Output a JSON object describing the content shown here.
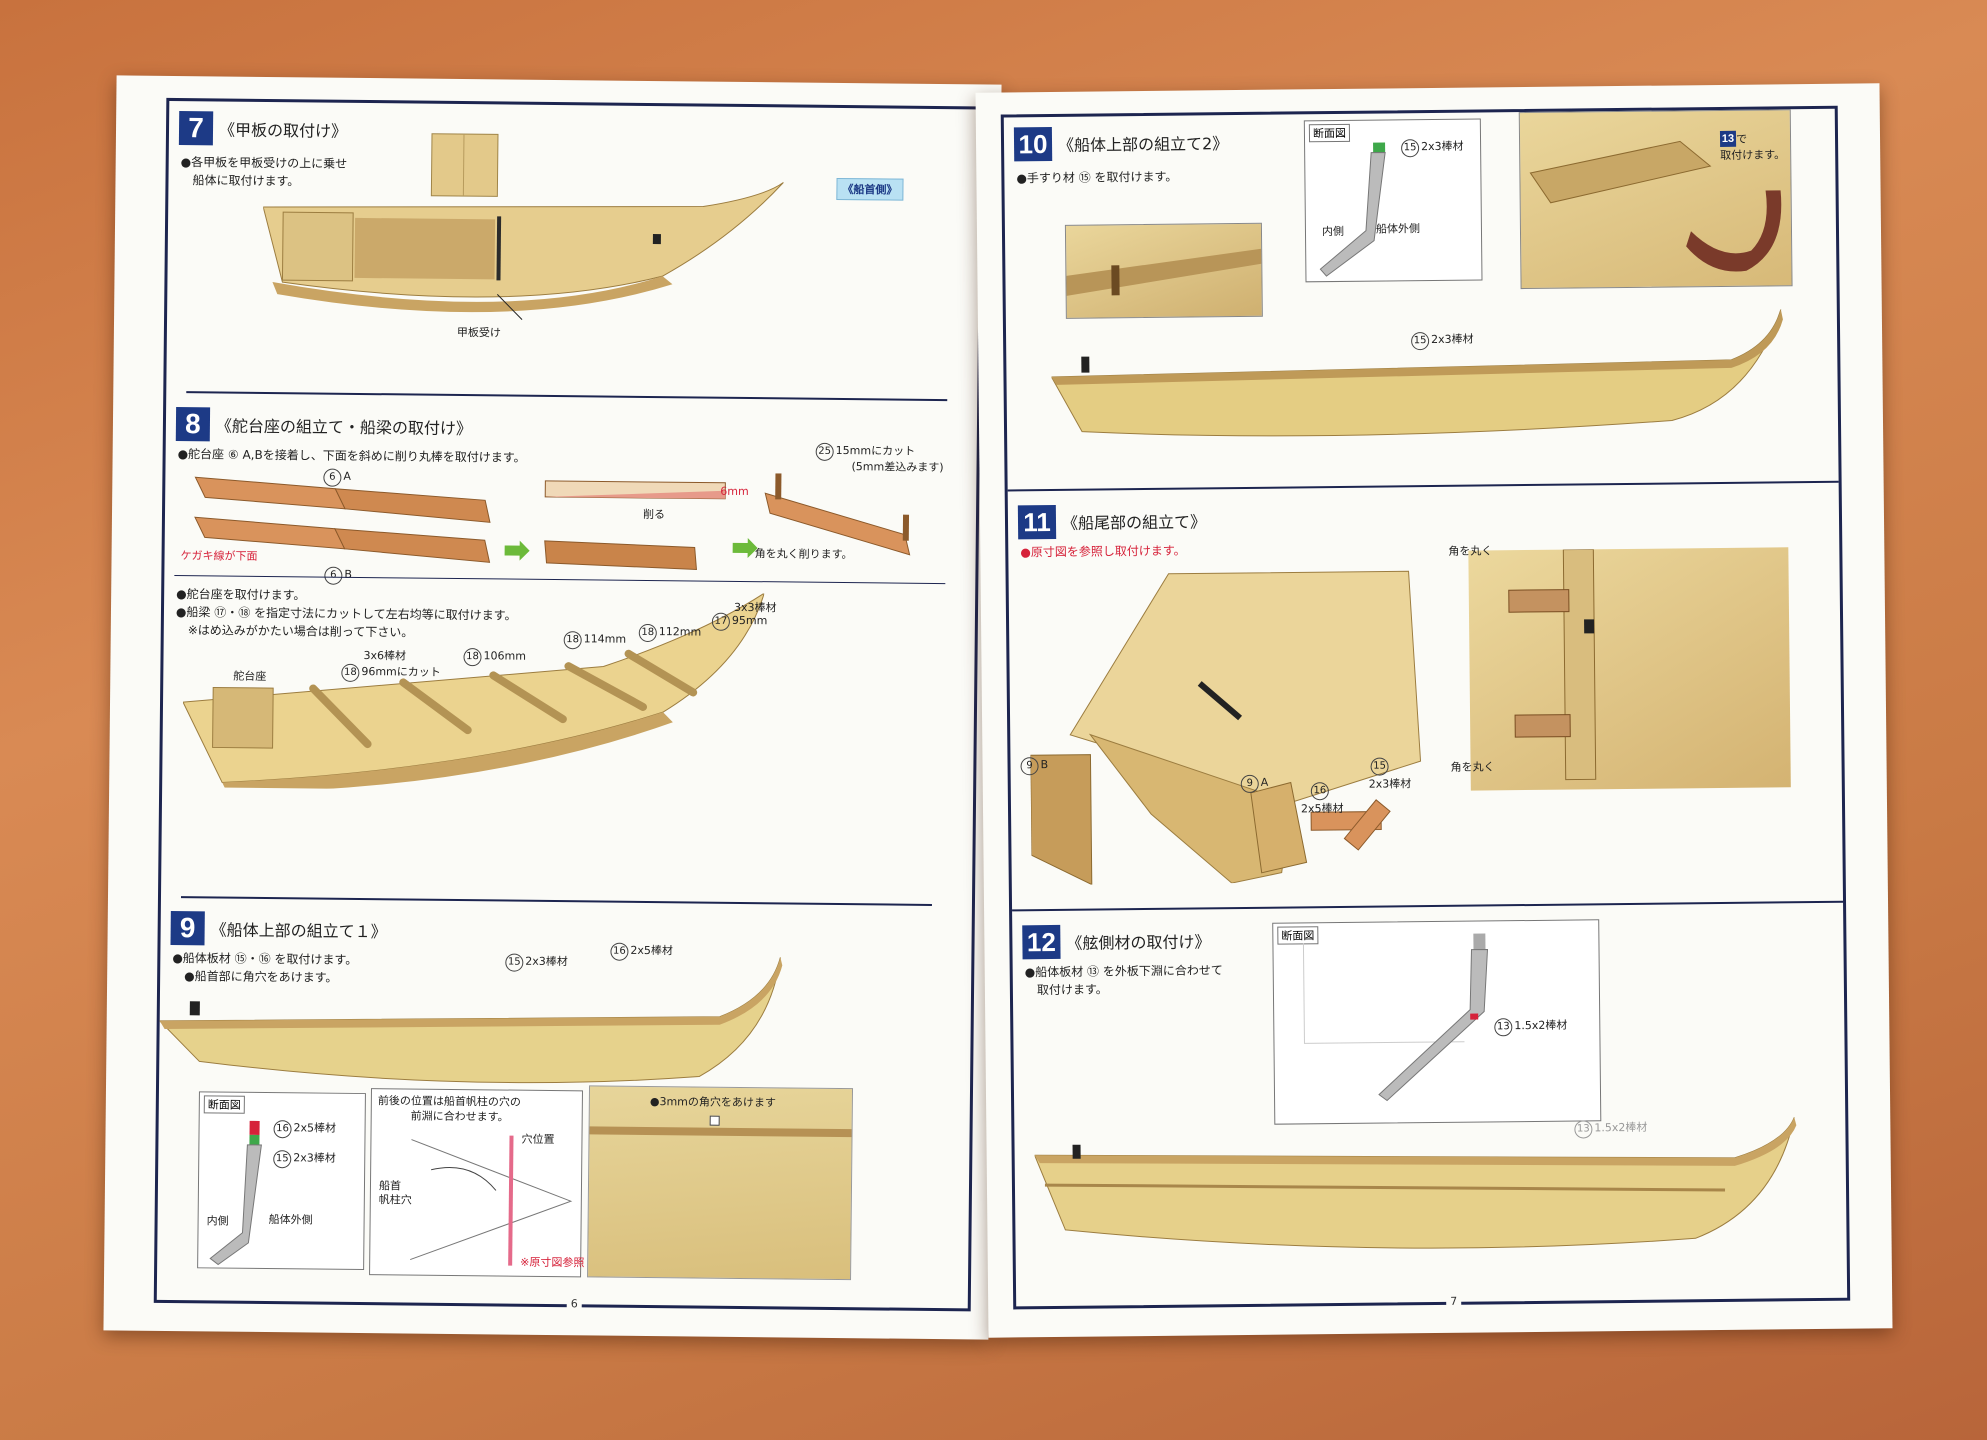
{
  "colors": {
    "navy": "#1d2550",
    "number_bg": "#1d3a86",
    "red": "#d6223a",
    "wood": "#e3c98a",
    "tag_bg": "#b9e1f3"
  },
  "left_page": {
    "page_number": "6",
    "s7": {
      "num": "7",
      "title": "《甲板の取付け》",
      "note": "●各甲板を甲板受けの上に乗せ\n　船体に取付けます。",
      "tag": "《船首側》",
      "label_deck_support": "甲板受け"
    },
    "s8": {
      "num": "8",
      "title": "《舵台座の組立て・船梁の取付け》",
      "note": "●舵台座 ⑥ A,Bを接着し、下面を斜めに削り丸棒を取付けます。",
      "label_6a": "A",
      "label_6b": "B",
      "part6": "6",
      "label_guide": "ケガキ線が下面",
      "label_6mm": "6mm",
      "label_cut": "削る",
      "label_25": "15mmにカット",
      "label_25b": "(5mm差込みます)",
      "part25": "25",
      "label_round": "角を丸く削ります。",
      "note2": "●舵台座を取付けます。\n●船梁 ⑰・⑱ を指定寸法にカットして左右均等に取付けます。\n　※はめ込みがかたい場合は削って下さい。",
      "label_rudder_seat": "舵台座",
      "beam_3x6": "3x6棒材",
      "beam_3x3": "3x3棒材",
      "b18a_num": "18",
      "b18a": "96mmにカット",
      "b18b_num": "18",
      "b18b": "106mm",
      "b18c_num": "18",
      "b18c": "114mm",
      "b18d_num": "18",
      "b18d": "112mm",
      "b17_num": "17",
      "b17": "95mm"
    },
    "s9": {
      "num": "9",
      "title": "《船体上部の組立て１》",
      "note": "●船体板材 ⑮・⑯ を取付けます。\n　●船首部に角穴をあけます。",
      "p15_num": "15",
      "p15": "2x3棒材",
      "p16_num": "16",
      "p16": "2x5棒材",
      "section_box": "断面図",
      "sec16": "2x5棒材",
      "sec15": "2x3棒材",
      "inner": "内側",
      "outer": "船体外側",
      "front_note": "前後の位置は船首帆柱の穴の\n　　　前淵に合わせます。",
      "hole_pos": "穴位置",
      "mast_hole": "船首\n帆柱穴",
      "ref": "※原寸図参照",
      "hole_note": "●3mmの角穴をあけます"
    }
  },
  "right_page": {
    "page_number": "7",
    "s10": {
      "num": "10",
      "title": "《船体上部の組立て2》",
      "note": "●手すり材 ⑮ を取付けます。",
      "section_box": "断面図",
      "sec15_num": "15",
      "sec15": "2x3棒材",
      "inner": "内側",
      "outer": "船体外側",
      "p13_num": "13",
      "p13_note": "で\n取付けます。",
      "p15_num": "15",
      "p15": "2x3棒材"
    },
    "s11": {
      "num": "11",
      "title": "《船尾部の組立て》",
      "note": "●原寸図を参照し取付けます。",
      "round1": "角を丸く",
      "round2": "角を丸く",
      "p9b": "B",
      "p9a": "A",
      "part9": "9",
      "p16_num": "16",
      "p16": "2x5棒材",
      "p15_num": "15",
      "p15": "2x3棒材"
    },
    "s12": {
      "num": "12",
      "title": "《舷側材の取付け》",
      "note": "●船体板材 ⑬ を外板下淵に合わせて\n　取付けます。",
      "section_box": "断面図",
      "sec13_num": "13",
      "sec13": "1.5x2棒材",
      "p13_num": "13",
      "p13": "1.5x2棒材"
    }
  }
}
